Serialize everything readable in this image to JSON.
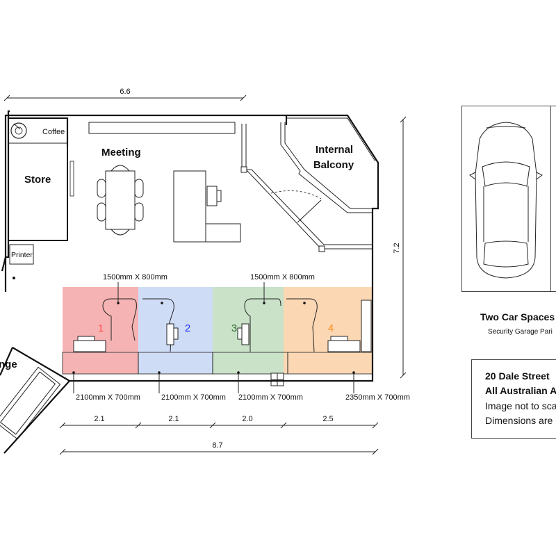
{
  "dimensions": {
    "top_width": "6.6",
    "right_height": "7.2",
    "seg_1": "2.1",
    "seg_2": "2.1",
    "seg_3": "2.0",
    "seg_4": "2.5",
    "total_width": "8.7"
  },
  "rooms": {
    "coffee": "Coffee",
    "store": "Store",
    "meeting": "Meeting",
    "internal_balcony_line1": "Internal",
    "internal_balcony_line2": "Balcony",
    "printer": "Printer",
    "lounge_partial": "nge"
  },
  "desks": [
    {
      "number": "1",
      "color": "#ff4a4a",
      "fill": "#f6b3b3",
      "desk_size": "1500mm X 800mm",
      "bench_size": "2100mm X 700mm"
    },
    {
      "number": "2",
      "color": "#2233ff",
      "fill": "#cfdcf6",
      "desk_size": "",
      "bench_size": "2100mm X 700mm"
    },
    {
      "number": "3",
      "color": "#2c6a2c",
      "fill": "#c9e2c8",
      "desk_size": "1500mm X 800mm",
      "bench_size": "2100mm X 700mm"
    },
    {
      "number": "4",
      "color": "#ff8c1a",
      "fill": "#fbd7b4",
      "desk_size": "",
      "bench_size": "2350mm X 700mm"
    }
  ],
  "parking": {
    "title": "Two Car Spaces",
    "subtitle": "Security Garage Pari"
  },
  "note": {
    "line1": "20 Dale Street",
    "line2": "All Australian A",
    "line3": "Image not to sca",
    "line4": "Dimensions are"
  }
}
